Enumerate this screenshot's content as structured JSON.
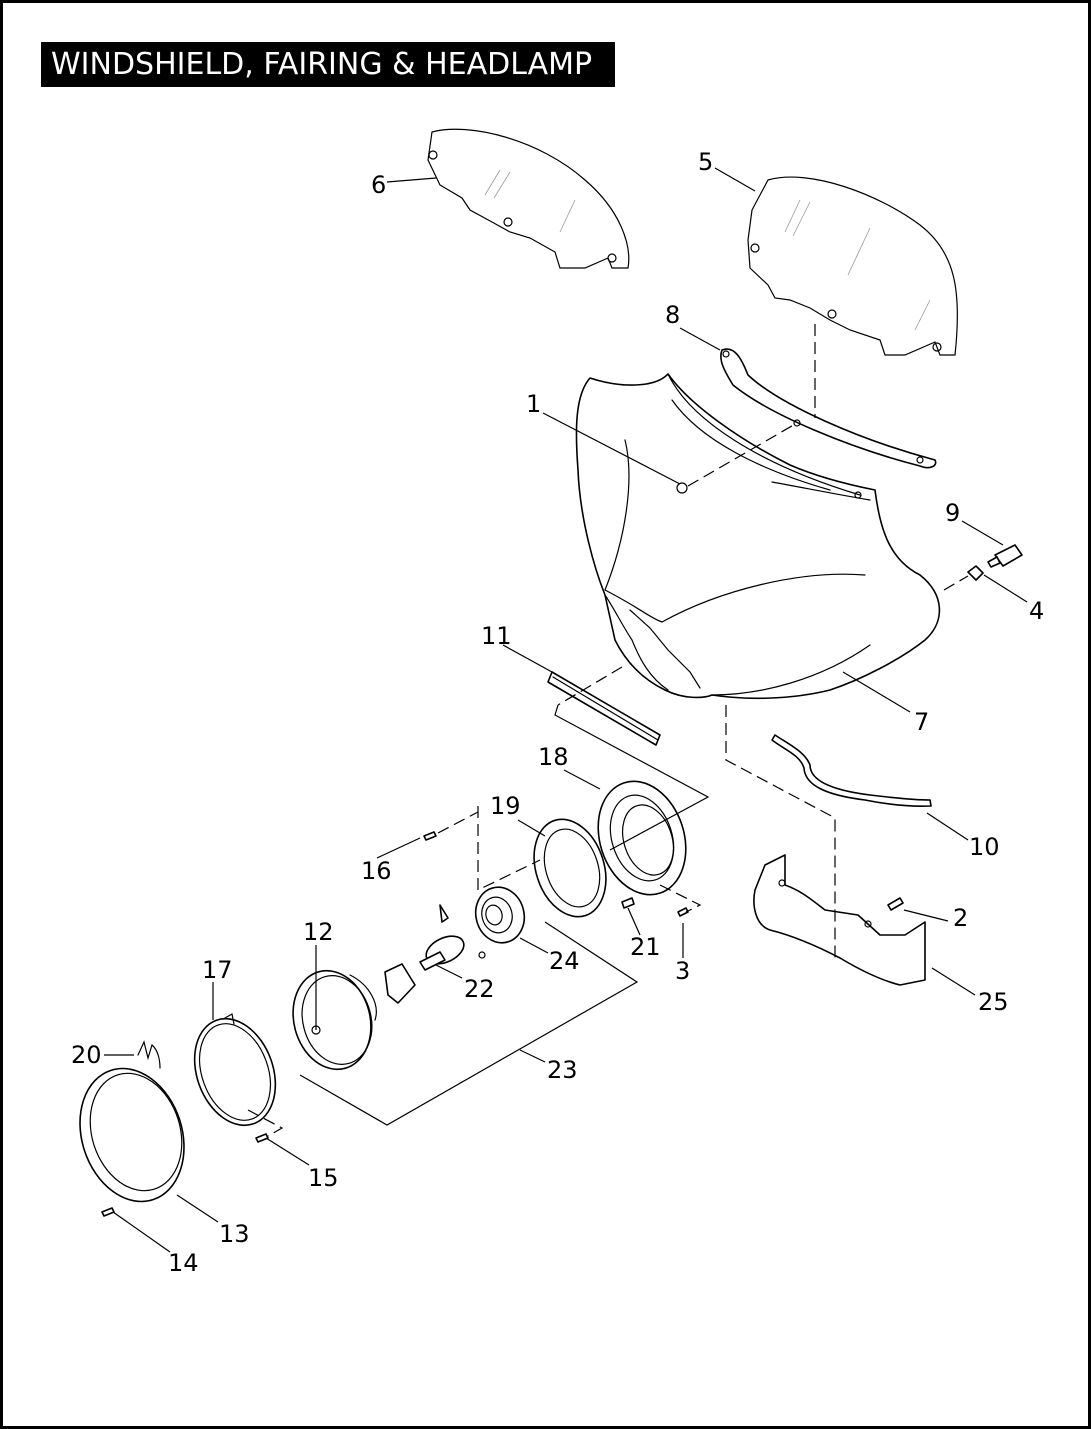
{
  "title": "WINDSHIELD, FAIRING & HEADLAMP",
  "callouts": [
    "1",
    "2",
    "3",
    "4",
    "5",
    "6",
    "7",
    "8",
    "9",
    "10",
    "11",
    "12",
    "13",
    "14",
    "15",
    "16",
    "17",
    "18",
    "19",
    "20",
    "21",
    "22",
    "23",
    "24",
    "25"
  ]
}
